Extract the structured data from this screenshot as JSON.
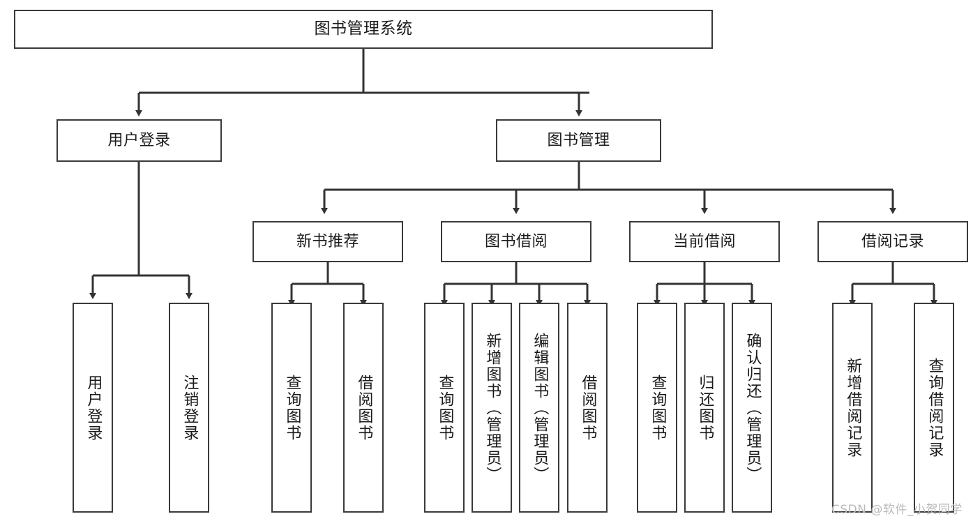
{
  "diagram": {
    "title": "图书管理系统",
    "type": "tree-hierarchy",
    "colors": {
      "box_border": "#3a3a3a",
      "box_fill": "#ffffff",
      "connector": "#333333",
      "text": "#1b1b1b",
      "watermark": "#b9b9b9",
      "background": "#ffffff"
    },
    "root": {
      "label": "图书管理系统"
    },
    "level2": [
      {
        "label": "用户登录"
      },
      {
        "label": "图书管理"
      }
    ],
    "level3": [
      {
        "label": "新书推荐"
      },
      {
        "label": "图书借阅"
      },
      {
        "label": "当前借阅"
      },
      {
        "label": "借阅记录"
      }
    ],
    "leaves": {
      "user_login": [
        {
          "label": "用户登录"
        },
        {
          "label": "注销登录"
        }
      ],
      "new_book_recommend": [
        {
          "label": "查询图书"
        },
        {
          "label": "借阅图书"
        }
      ],
      "book_borrow": [
        {
          "label": "查询图书"
        },
        {
          "label": "新增图书（管理员）"
        },
        {
          "label": "编辑图书（管理员）"
        },
        {
          "label": "借阅图书"
        }
      ],
      "current_borrow": [
        {
          "label": "查询图书"
        },
        {
          "label": "归还图书"
        },
        {
          "label": "确认归还（管理员）"
        }
      ],
      "borrow_record": [
        {
          "label": "新增借阅记录"
        },
        {
          "label": "查询借阅记录"
        }
      ]
    }
  },
  "watermark": {
    "text": "CSDN @软件_小贺同学"
  }
}
